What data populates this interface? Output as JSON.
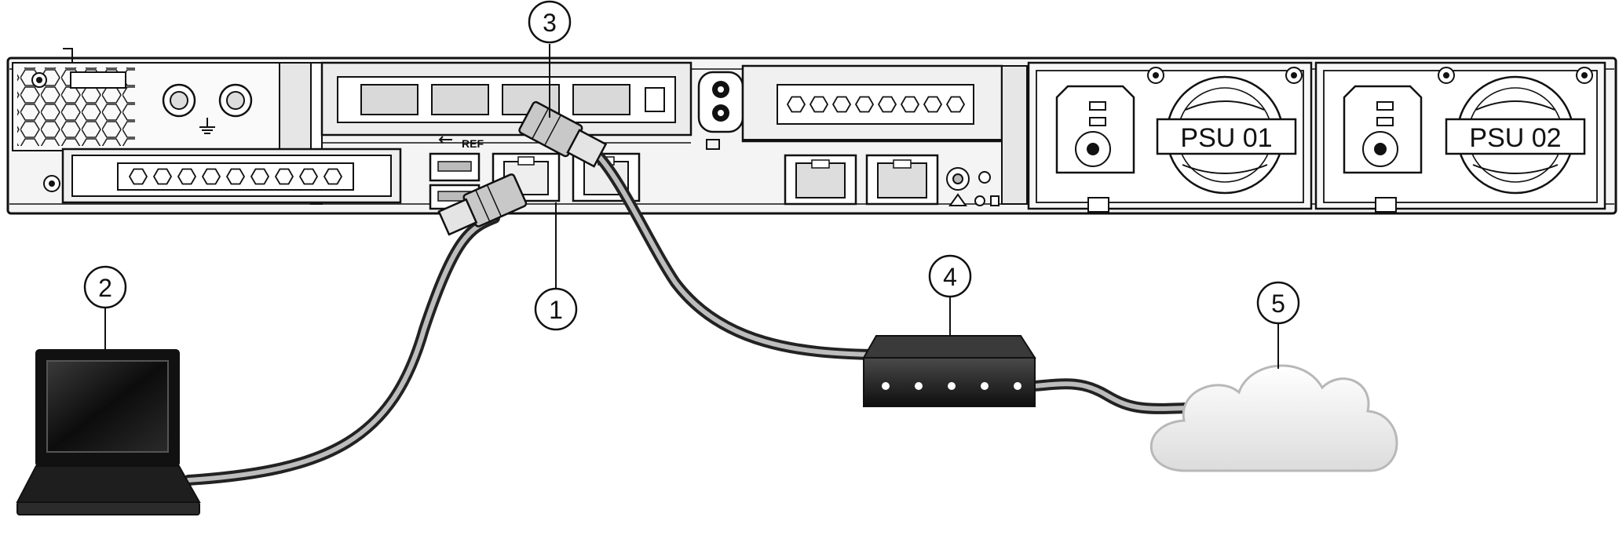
{
  "callouts": [
    "1",
    "2",
    "3",
    "4",
    "5"
  ],
  "psu_labels": [
    "PSU 01",
    "PSU 02"
  ],
  "port_labels": {
    "ref": "REF"
  },
  "colors": {
    "line": "#111111",
    "chassis_fill": "#f4f4f4",
    "panel_fill": "#e6e6e6",
    "cable_dark": "#333333",
    "cable_light": "#bdbdbd",
    "connector_fill": "#c8c8c8",
    "screen_fill": "#1a1a1a",
    "switch_fill": "#161616",
    "cloud_fill": "#f2f2f2",
    "cloud_edge": "#b8b8b8"
  }
}
